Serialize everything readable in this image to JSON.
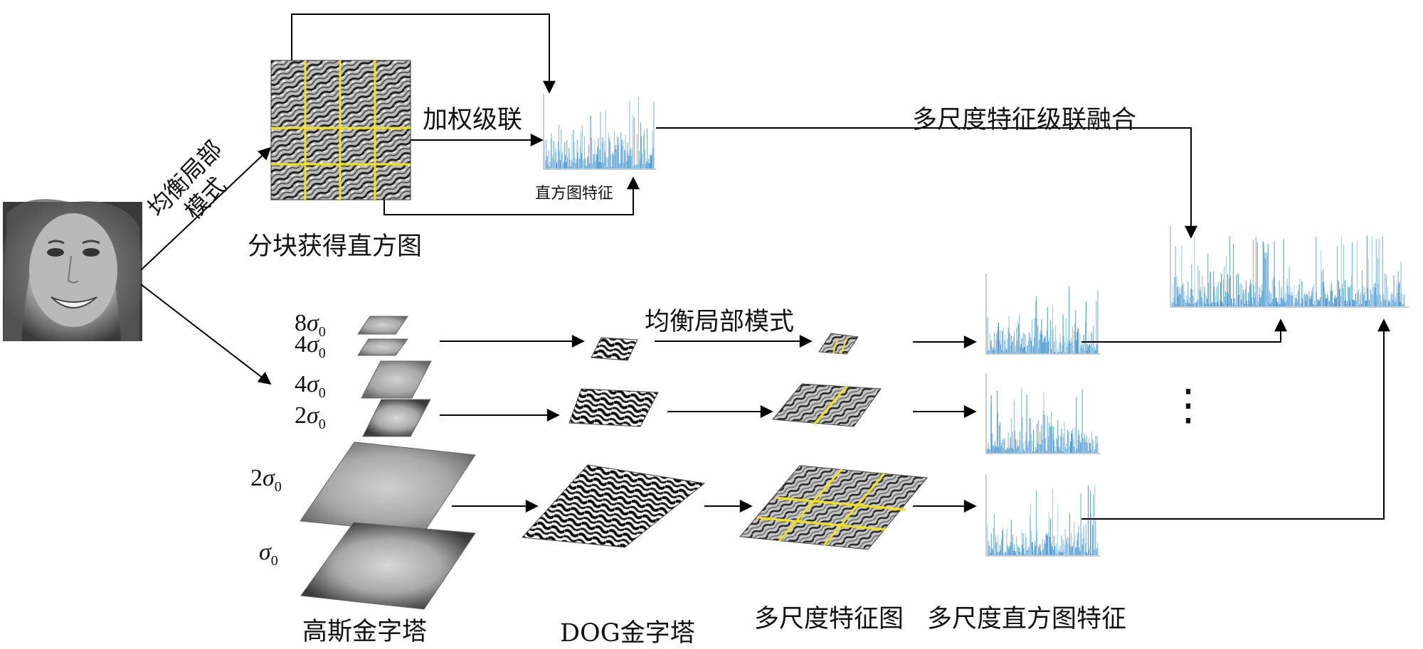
{
  "labels": {
    "lbp_arrow_line1": "均衡局部",
    "lbp_arrow_line2": "模式",
    "block_histogram": "分块获得直方图",
    "weighted_cascade": "加权级联",
    "histogram_feature": "直方图特征",
    "multiscale_fusion": "多尺度特征级联融合",
    "lbp_mid": "均衡局部模式",
    "gaussian_pyramid": "高斯金字塔",
    "dog_pyramid": "DOG金字塔",
    "multiscale_feature_map": "多尺度特征图",
    "multiscale_histogram": "多尺度直方图特征"
  },
  "sigma_labels": [
    {
      "coef": "8",
      "sub": "0"
    },
    {
      "coef": "4",
      "sub": "0"
    },
    {
      "coef": "4",
      "sub": "0"
    },
    {
      "coef": "2",
      "sub": "0"
    },
    {
      "coef": "2",
      "sub": "0"
    },
    {
      "coef": "",
      "sub": "0"
    }
  ],
  "ellipsis": "⋮",
  "colors": {
    "histogram": "#1a7dc4",
    "grid_line": "#f2e21a",
    "arrow": "#000000"
  }
}
